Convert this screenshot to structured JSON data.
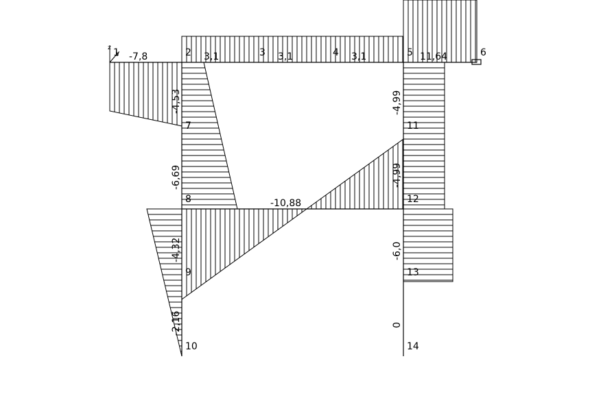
{
  "colors": {
    "background": "#ffffff",
    "line": "#000000"
  },
  "axis_labels": {
    "z": "z",
    "y": "y"
  },
  "node_labels": {
    "n1": "1",
    "n2": "2",
    "n3": "3",
    "n4": "4",
    "n5": "5",
    "n6": "6",
    "n7": "7",
    "n8": "8",
    "n9": "9",
    "n10": "10",
    "n11": "11",
    "n12": "12",
    "n13": "13",
    "n14": "14"
  },
  "value_labels": {
    "beam_1_2": "-7,8",
    "beam_2_3": "3,1",
    "beam_3_4": "3,1",
    "beam_4_5": "3,1",
    "beam_5_6": "11,64",
    "beam_8_12": "-10,88",
    "col_2_7": "-4,53",
    "col_7_8": "-6,69",
    "col_8_9": "-4,32",
    "col_9_10": "-2,16",
    "col_5_11": "-4,99",
    "col_11_12": "-4,99",
    "col_12_13": "-6,0",
    "col_13_14": "0"
  }
}
